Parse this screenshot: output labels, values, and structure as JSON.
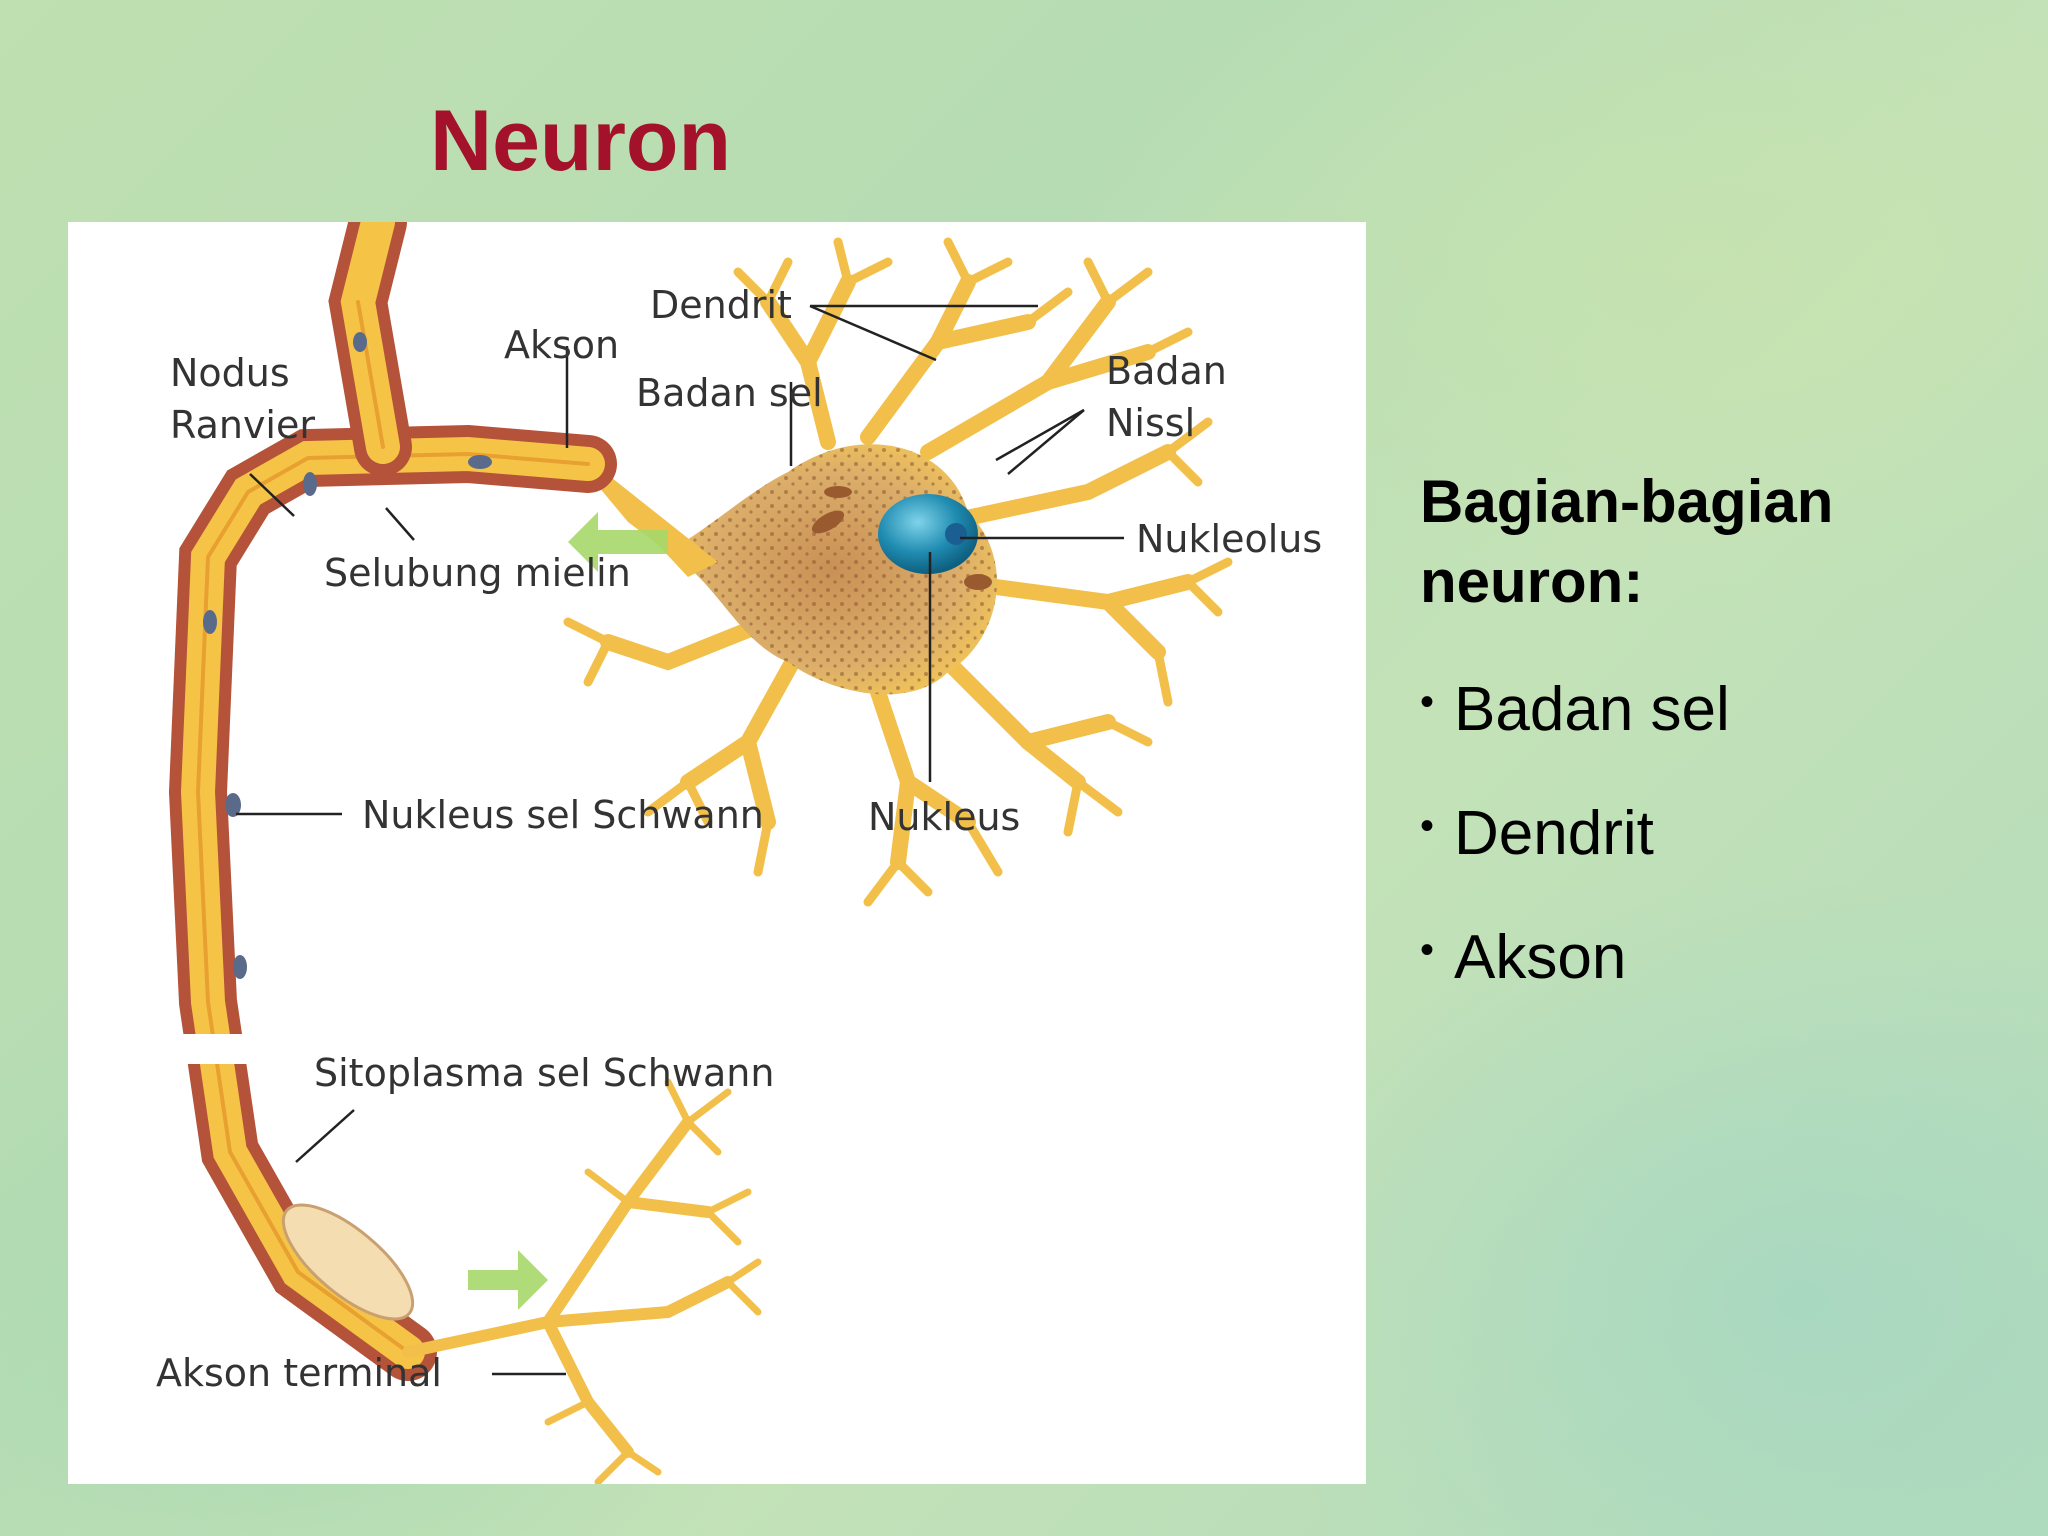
{
  "slide": {
    "title": "Neuron"
  },
  "diagram": {
    "labels": {
      "dendrit": "Dendrit",
      "akson": "Akson",
      "nodus_line1": "Nodus",
      "nodus_line2": "Ranvier",
      "badan_sel": "Badan sel",
      "badan_nissl_line1": "Badan",
      "badan_nissl_line2": "Nissl",
      "nukleolus": "Nukleolus",
      "selubung_mielin": "Selubung mielin",
      "nukleus_schwann": "Nukleus sel Schwann",
      "nukleus": "Nukleus",
      "sitoplasma_schwann": "Sitoplasma sel Schwann",
      "akson_terminal": "Akson terminal"
    },
    "colors": {
      "axon": "#f5c446",
      "myelin": "#b5533a",
      "cell_body": "#d8a464",
      "nucleus": "#1f8bb0",
      "arrow": "#a6d86a"
    }
  },
  "side": {
    "heading": "Bagian-bagian neuron:",
    "items": [
      {
        "label": "Badan sel"
      },
      {
        "label": "Dendrit"
      },
      {
        "label": "Akson"
      }
    ]
  }
}
